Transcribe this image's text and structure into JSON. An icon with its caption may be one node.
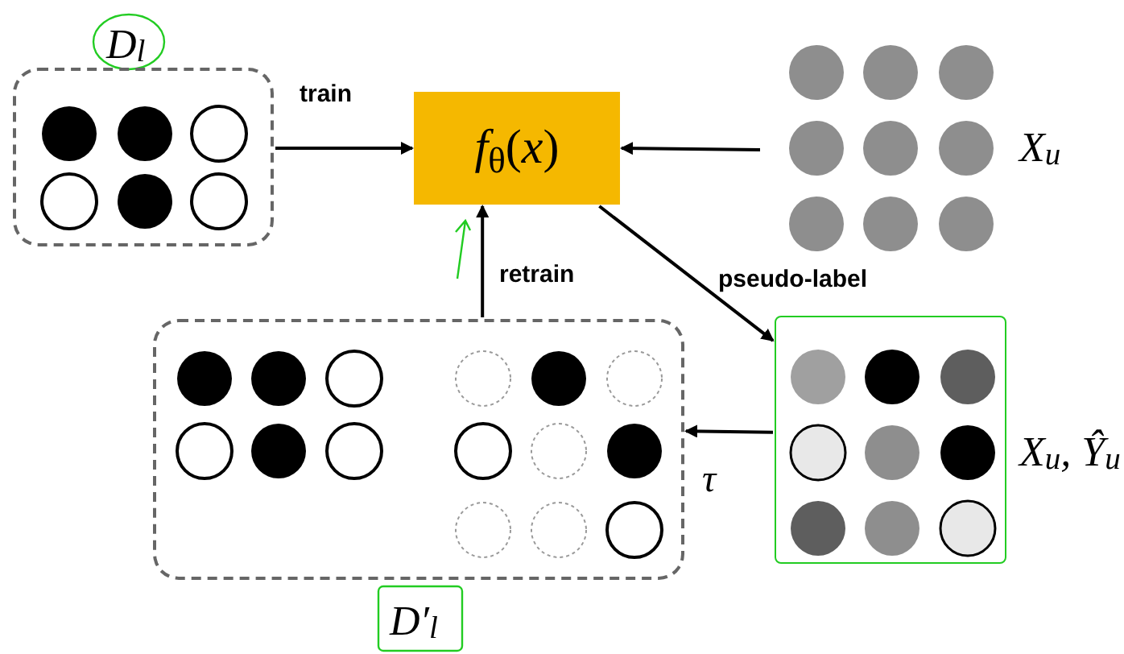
{
  "diagram": {
    "nodes": [
      {
        "text": [
          "D$_{l}$"
        ]
      },
      {
        "text": [
          "*f*$_{θ}$(*x*)"
        ]
      },
      {
        "text": [
          "X$_{u}$"
        ]
      },
      {
        "text": [
          "X$_{u}$, Ŷ$_{u}$"
        ]
      },
      {
        "text": [
          "D′$_{l}$"
        ]
      }
    ],
    "edges": [
      {
        "from": 0,
        "to": 1,
        "arrow": "to",
        "label": "train"
      },
      {
        "from": 2,
        "to": 1,
        "arrow": "to"
      },
      {
        "from": 1,
        "to": 3,
        "arrow": "to",
        "label": "pseudo-label"
      },
      {
        "from": 3,
        "to": 4,
        "arrow": "to",
        "label": "τ"
      },
      {
        "from": 4,
        "to": 1,
        "arrow": "to",
        "label": "retrain"
      }
    ]
  }
}
